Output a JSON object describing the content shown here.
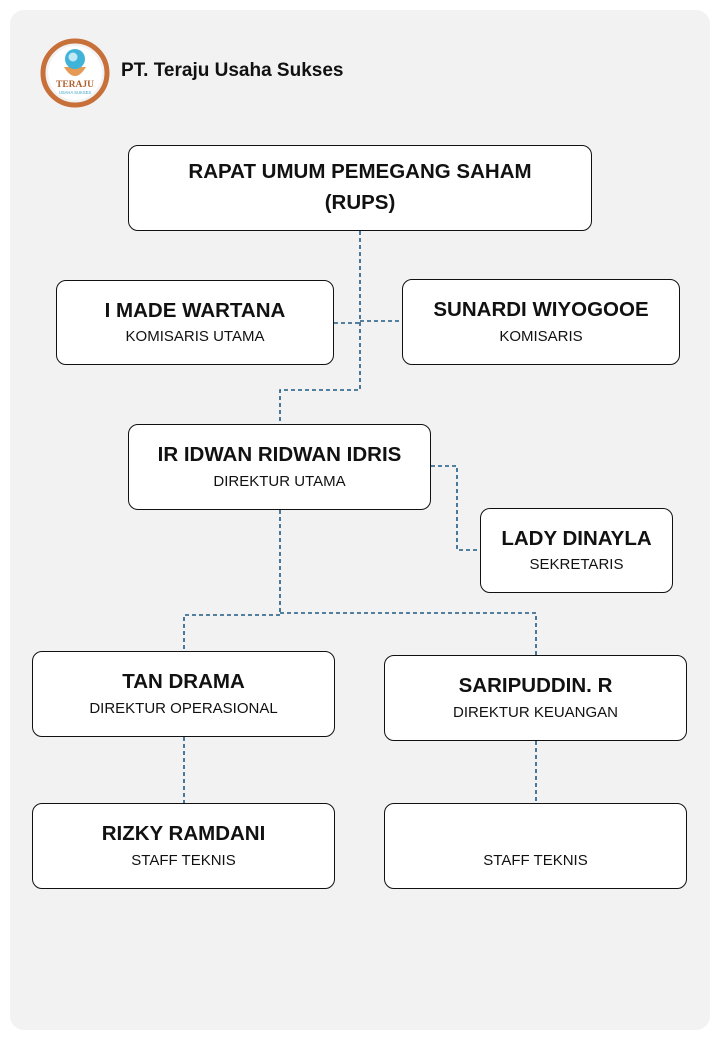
{
  "header": {
    "company_name": "PT. Teraju Usaha Sukses",
    "logo_text": "TERAJU",
    "logo_subtext": "USAHA SUKSES"
  },
  "org_chart": {
    "rups": {
      "name_line1": "RAPAT UMUM PEMEGANG SAHAM",
      "name_line2": "(RUPS)"
    },
    "komisaris_utama": {
      "name": "I MADE WARTANA",
      "role": "KOMISARIS UTAMA"
    },
    "komisaris": {
      "name": "SUNARDI WIYOGOOE",
      "role": "KOMISARIS"
    },
    "direktur_utama": {
      "name": "IR IDWAN RIDWAN IDRIS",
      "role": "DIREKTUR UTAMA"
    },
    "sekretaris": {
      "name": "LADY DINAYLA",
      "role": "SEKRETARIS"
    },
    "direktur_operasional": {
      "name": "TAN DRAMA",
      "role": "DIREKTUR OPERASIONAL"
    },
    "direktur_keuangan": {
      "name": "SARIPUDDIN. R",
      "role": "DIREKTUR KEUANGAN"
    },
    "staff_teknis_1": {
      "name": "RIZKY RAMDANI",
      "role": "STAFF TEKNIS"
    },
    "staff_teknis_2": {
      "name": "",
      "role": "STAFF TEKNIS"
    }
  },
  "colors": {
    "connector": "#1f5a85",
    "box_border": "#111111",
    "background": "#f2f2f2",
    "logo_ring": "#c8703a",
    "logo_globe": "#3fb3d8"
  }
}
